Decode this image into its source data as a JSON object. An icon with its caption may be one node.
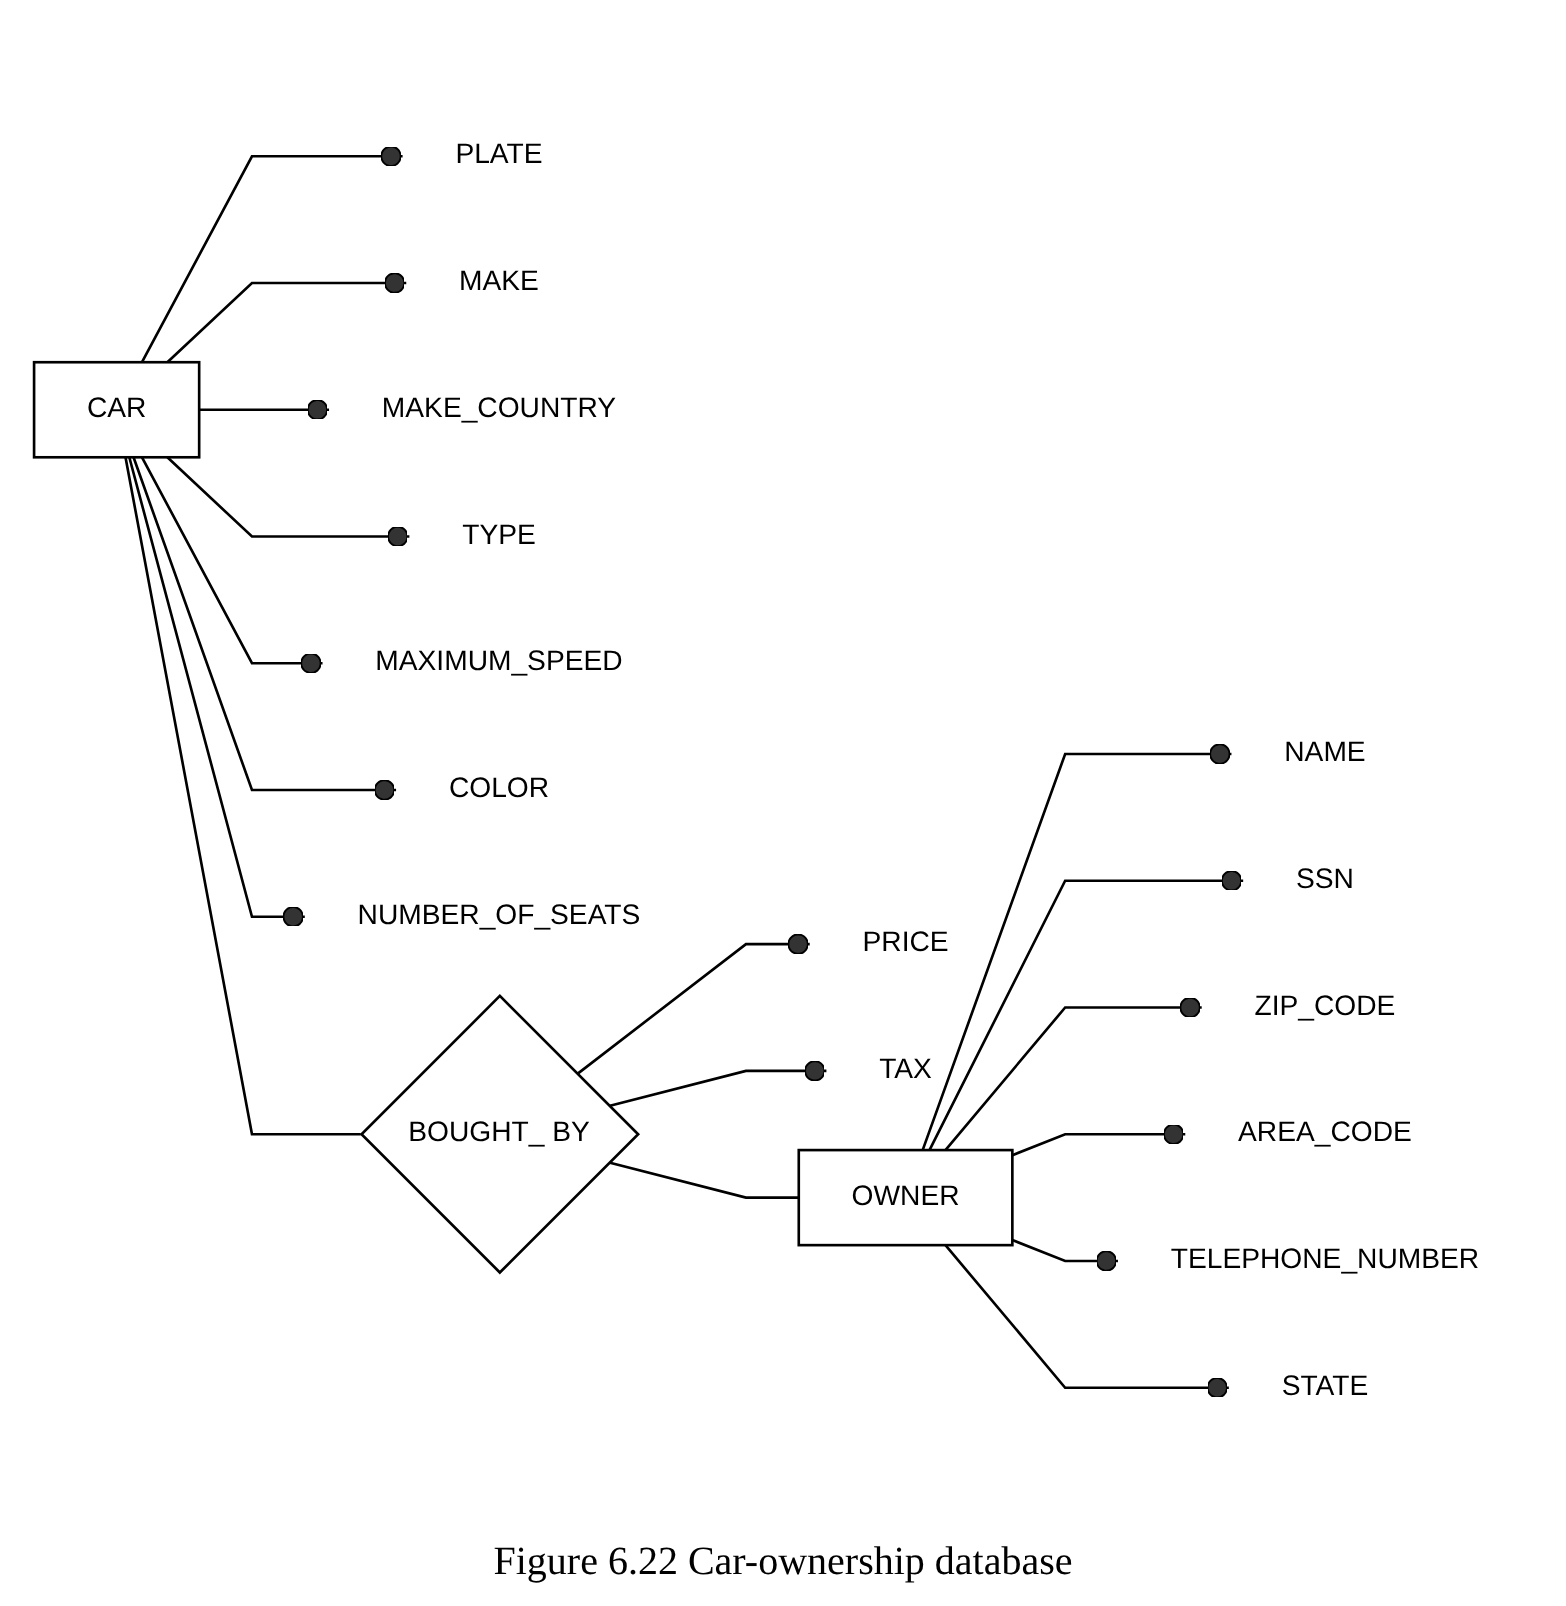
{
  "diagram": {
    "caption": "Figure 6.22 Car-ownership database",
    "nodes": [
      {
        "text": [
          "CAR"
        ]
      },
      {
        "text": [
          "PLATE"
        ]
      },
      {
        "text": [
          "MAKE"
        ]
      },
      {
        "text": [
          "MAKE_COUNTRY"
        ]
      },
      {
        "text": [
          "TYPE"
        ]
      },
      {
        "text": [
          "MAXIMUM_SPEED"
        ]
      },
      {
        "text": [
          "COLOR"
        ]
      },
      {
        "text": [
          "NUMBER_OF_SEATS"
        ]
      },
      {
        "text": [
          "BOUGHT_ BY"
        ]
      },
      {
        "text": [
          "PRICE"
        ]
      },
      {
        "text": [
          "TAX"
        ]
      },
      {
        "text": [
          "OWNER"
        ]
      },
      {
        "text": [
          "NAME"
        ]
      },
      {
        "text": [
          "SSN"
        ]
      },
      {
        "text": [
          "ZIP_CODE"
        ]
      },
      {
        "text": [
          "AREA_CODE"
        ]
      },
      {
        "text": [
          "TELEPHONE_NUMBER"
        ]
      },
      {
        "text": [
          "STATE"
        ]
      }
    ],
    "edges": [
      {
        "from": 0,
        "to": 1,
        "arrow": "other"
      },
      {
        "from": 0,
        "to": 2,
        "arrow": "other"
      },
      {
        "from": 0,
        "to": 3,
        "arrow": "other"
      },
      {
        "from": 0,
        "to": 4,
        "arrow": "other"
      },
      {
        "from": 0,
        "to": 5,
        "arrow": "other"
      },
      {
        "from": 0,
        "to": 6,
        "arrow": "other"
      },
      {
        "from": 0,
        "to": 7,
        "arrow": "other"
      },
      {
        "from": 0,
        "to": 8,
        "arrow": "none"
      },
      {
        "from": 8,
        "to": 9,
        "arrow": "other"
      },
      {
        "from": 8,
        "to": 10,
        "arrow": "other"
      },
      {
        "from": 8,
        "to": 11,
        "arrow": "none"
      },
      {
        "from": 11,
        "to": 12,
        "arrow": "other"
      },
      {
        "from": 11,
        "to": 13,
        "arrow": "other"
      },
      {
        "from": 11,
        "to": 14,
        "arrow": "other"
      },
      {
        "from": 11,
        "to": 15,
        "arrow": "other"
      },
      {
        "from": 11,
        "to": 16,
        "arrow": "other"
      },
      {
        "from": 11,
        "to": 17,
        "arrow": "other"
      }
    ]
  }
}
